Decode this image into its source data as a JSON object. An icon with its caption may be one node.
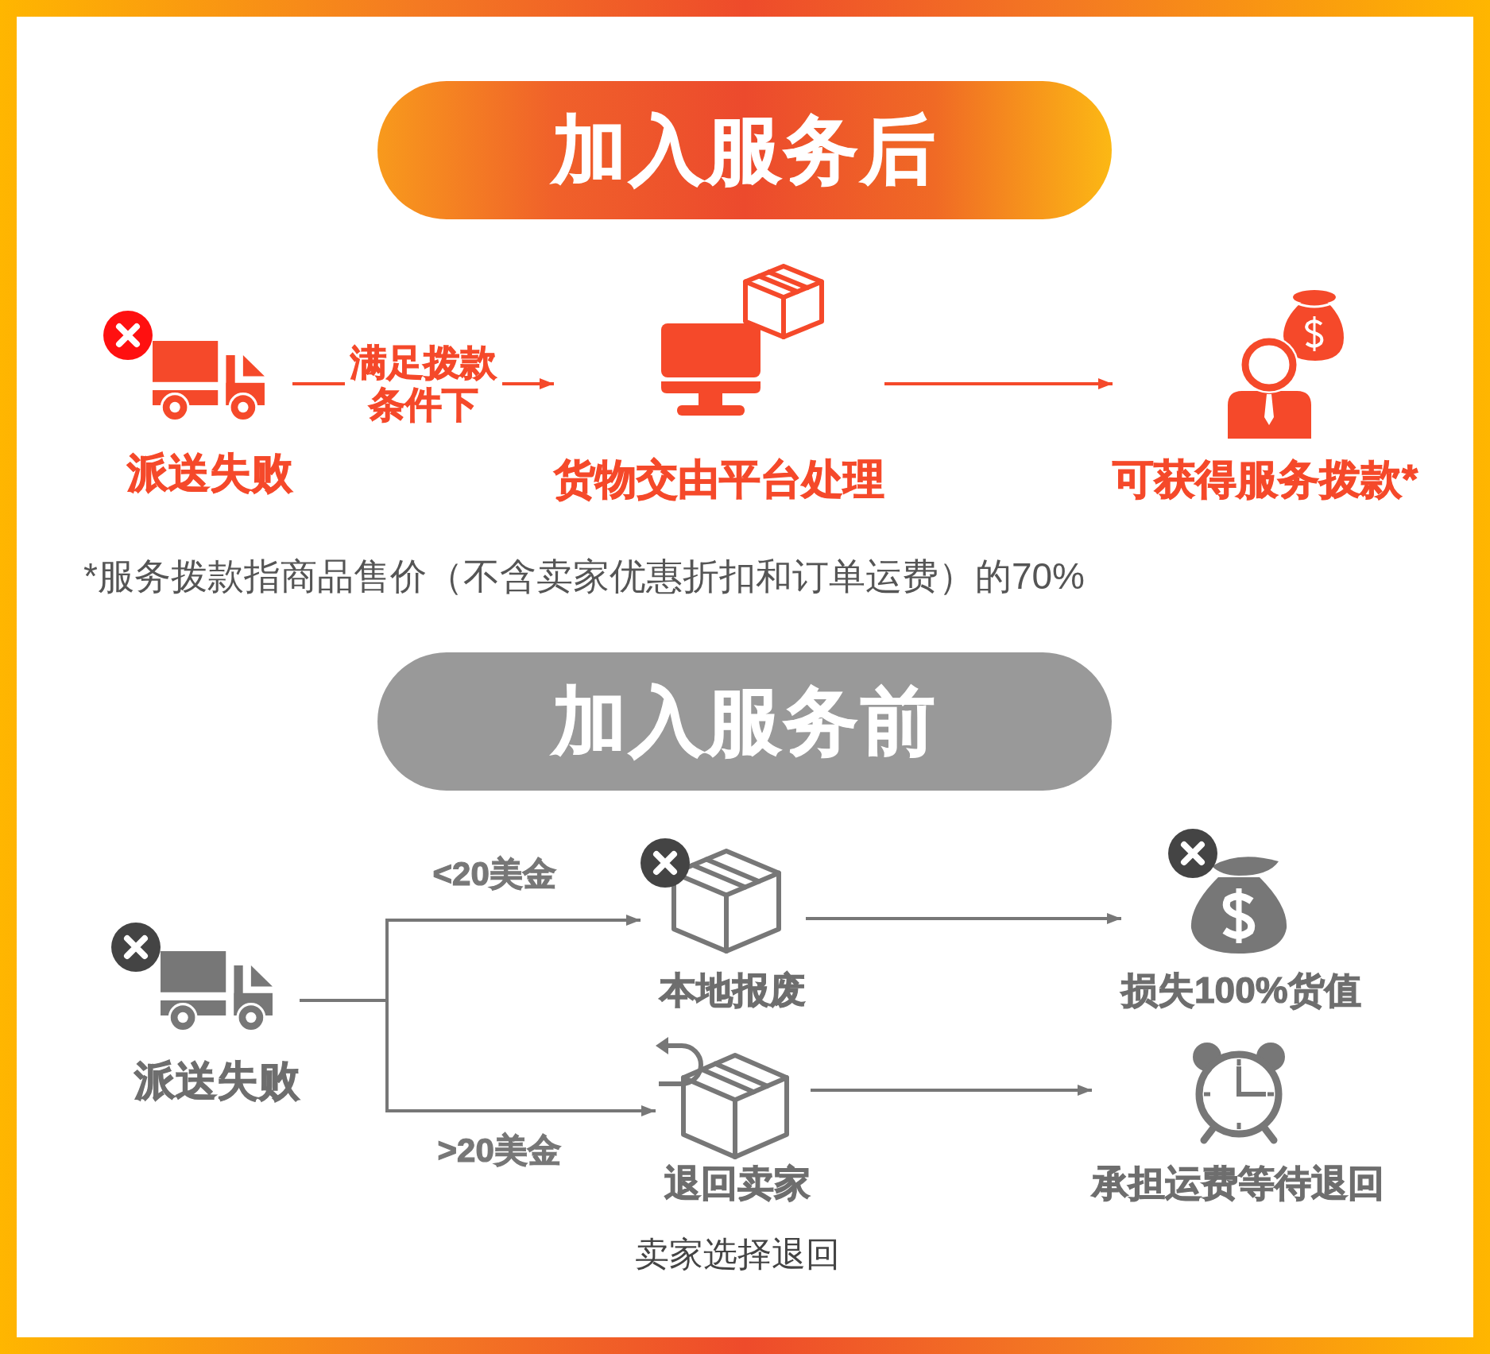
{
  "diagram": {
    "nodes": [
      {
        "text": [
          "加入服务后"
        ]
      },
      {
        "text": [
          "派送失败"
        ]
      },
      {
        "text": [
          "货物交由平台处理"
        ]
      },
      {
        "text": [
          "可获得服务拨款*"
        ]
      },
      {
        "text": [
          "加入服务前"
        ]
      },
      {
        "text": [
          "派送失败"
        ]
      },
      {
        "text": [
          "本地报废"
        ]
      },
      {
        "text": [
          "损失100%货值"
        ]
      },
      {
        "text": [
          "退回卖家"
        ],
        "beside": [
          "卖家选择退回"
        ]
      },
      {
        "text": [
          "承担运费等待退回"
        ]
      }
    ],
    "edges": [
      {
        "from": 1,
        "to": 2,
        "arrow": "to",
        "label": "满足拨款条件下",
        "color": "#f5492a"
      },
      {
        "from": 2,
        "to": 3,
        "arrow": "to",
        "color": "#f5492a"
      },
      {
        "from": 5,
        "to": 6,
        "arrow": "to",
        "label": "<20美金"
      },
      {
        "from": 5,
        "to": 8,
        "arrow": "to",
        "label": ">20美金"
      },
      {
        "from": 6,
        "to": 7,
        "arrow": "to"
      },
      {
        "from": 8,
        "to": 9,
        "arrow": "to"
      }
    ],
    "labels": [
      "*服务拨款指商品售价（不含卖家优惠折扣和订单运费）的70%"
    ]
  }
}
